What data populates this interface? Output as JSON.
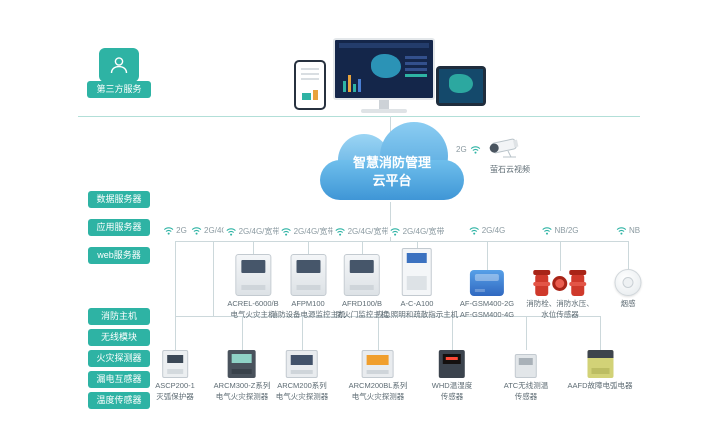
{
  "third_party": {
    "label": "第三方服务"
  },
  "cloud": {
    "line1": "智慧消防管理",
    "line2": "云平台"
  },
  "camera": {
    "network": "2G",
    "label": "萤石云视频"
  },
  "server_labels": [
    {
      "label": "数据服务器"
    },
    {
      "label": "应用服务器"
    },
    {
      "label": "web服务器"
    }
  ],
  "category_labels": [
    {
      "label": "消防主机"
    },
    {
      "label": "无线模块"
    },
    {
      "label": "火灾探测器"
    },
    {
      "label": "漏电互感器"
    },
    {
      "label": "温度传感器"
    }
  ],
  "network_tags": [
    {
      "label": "2G"
    },
    {
      "label": "2G/4G/NB"
    },
    {
      "label": "2G/4G/宽带"
    },
    {
      "label": "2G/4G/宽带"
    },
    {
      "label": "2G/4G/宽带"
    },
    {
      "label": "2G/4G/宽带"
    },
    {
      "label": "2G/4G"
    },
    {
      "label": "NB/2G"
    },
    {
      "label": "NB"
    }
  ],
  "top_devices": [
    {
      "model": "ACREL-6000/B",
      "desc": "电气火灾主机"
    },
    {
      "model": "AFPM100",
      "desc": "消防设备电源监控主机"
    },
    {
      "model": "AFRD100/B",
      "desc": "防火门监控主机"
    },
    {
      "model": "A-C-A100",
      "desc": "应急照明和疏散指示主机"
    },
    {
      "model": "AF-GSM400-2G",
      "desc": "AF-GSM400-4G"
    },
    {
      "model": "消防栓、消防水压、",
      "desc": "水位传感器"
    },
    {
      "model": "烟感",
      "desc": ""
    }
  ],
  "bottom_devices": [
    {
      "model": "ASCP200-1",
      "desc": "灭弧保护器"
    },
    {
      "model": "ARCM300-Z系列",
      "desc": "电气火灾探测器"
    },
    {
      "model": "ARCM200系列",
      "desc": "电气火灾探测器"
    },
    {
      "model": "ARCM200BL系列",
      "desc": "电气火灾探测器"
    },
    {
      "model": "WHD温湿度",
      "desc": "传感器"
    },
    {
      "model": "ATC无线测温",
      "desc": "传感器"
    },
    {
      "model": "AAFD故障电弧电器",
      "desc": ""
    }
  ],
  "colors": {
    "teal": "#2eb3a4",
    "cloud_blue": "#459dd9",
    "line": "#ccd8db"
  }
}
